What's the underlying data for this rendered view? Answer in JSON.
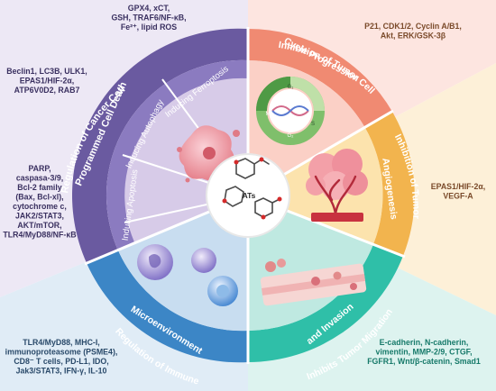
{
  "colors": {
    "purple_bg": "#ede8f5",
    "purple_ring": "#6a5aa0",
    "purple_ring_inner": "#8b7bc0",
    "purple_sector": "#d7cbe8",
    "red_bg": "#fde5e0",
    "red_ring": "#f08a72",
    "red_sector": "#fbd0c6",
    "yellow_bg": "#fdf0d8",
    "yellow_ring": "#f2b44e",
    "yellow_sector": "#fce3ad",
    "teal_bg": "#ddf3ef",
    "teal_ring": "#2fbfa8",
    "teal_sector": "#bfe9e1",
    "blue_bg": "#e0ecf6",
    "blue_ring": "#3c86c6",
    "blue_sector": "#c8ddf0",
    "dark_text": "#3a3060",
    "brown_text": "#7a4a2a",
    "teal_text": "#177a6a",
    "blue_text": "#2a4a6a"
  },
  "center": {
    "label": "ATs"
  },
  "sections": {
    "regulation_of_cancer_cell_programmed_cell_death": {
      "title_line1": "Regulation of Cancer Cell",
      "title_line2": "Programmed Cell Death",
      "sub_ferroptosis": "Inducing Ferroptosis",
      "sub_autophagy": "Inducing Autophagy",
      "sub_apoptosis": "Inducing Apoptosis",
      "ferroptosis_genes": [
        "GPX4, xCT,",
        "GSH, TRAF6/NF-κB,",
        "Fe²⁺, lipid ROS"
      ],
      "autophagy_genes": [
        "Beclin1, LC3B, ULK1,",
        "EPAS1/HIF-2α,",
        "ATP6V0D2, RAB7"
      ],
      "apoptosis_genes": [
        "PARP,",
        "caspasa-3/9,",
        "Bcl-2 family",
        "(Bax, Bcl-xl),",
        "cytochrome c,",
        "JAK2/STAT3,",
        "AKT/mTOR,",
        "TLR4/MyD88/NF-κB"
      ]
    },
    "inhibition_of_tumor_cell_cycle_progression": {
      "title_line1": "Inhibition of Tumor Cell",
      "title_line2": "Cycle Progression",
      "genes": [
        "P21, CDK1/2, Cyclin A/B1,",
        "Akt, ERK/GSK-3β"
      ],
      "phases": [
        "G₁",
        "S",
        "G₂",
        "M"
      ]
    },
    "inhibition_of_tumor_angiogenesis": {
      "title_line1": "Inhibition of Tumor",
      "title_line2": "Angiogenesis",
      "genes": [
        "EPAS1/HIF-2α,",
        "VEGF-A"
      ]
    },
    "inhibits_tumor_migration_and_invasion": {
      "title_line1": "Inhibits Tumor Migration",
      "title_line2": "and Invasion",
      "genes": [
        "E-cadherin, N-cadherin,",
        "vimentin, MMP-2/9, CTGF,",
        "FGFR1, Wnt/β-catenin, Smad1"
      ]
    },
    "regulation_of_immune_microenvironment": {
      "title_line1": "Regulation of Immune",
      "title_line2": "Microenvironment",
      "genes": [
        "TLR4/MyD88, MHC-I,",
        "immunoproteasome (PSME4),",
        "CD8⁻ T cells, PD-L1, IDO,",
        "Jak3/STAT3, IFN-γ, IL-10"
      ]
    }
  }
}
